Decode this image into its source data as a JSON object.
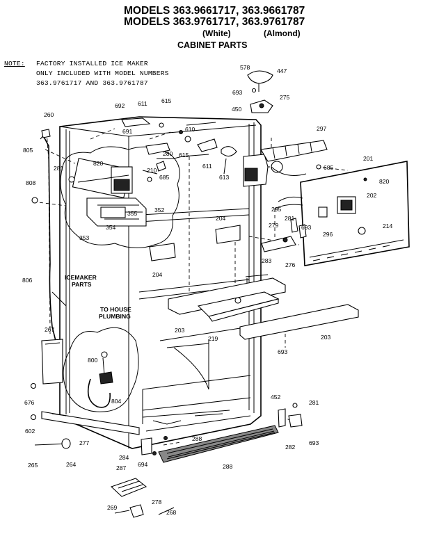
{
  "header": {
    "line1": "MODELS 363.9661717, 363.9661787",
    "line2": "MODELS 363.9761717, 363.9761787",
    "variant_white": "(White)",
    "variant_almond": "(Almond)",
    "subtitle": "CABINET PARTS"
  },
  "note": {
    "label": "NOTE:",
    "lines": [
      "FACTORY INSTALLED ICE MAKER",
      "ONLY INCLUDED WITH MODEL NUMBERS",
      "363.9761717 AND 363.9761787"
    ]
  },
  "callouts": {
    "icemaker_line1": "ICEMAKER",
    "icemaker_line2": "PARTS",
    "plumbing_line1": "TO HOUSE",
    "plumbing_line2": "PLUMBING"
  },
  "part_numbers": [
    "578",
    "447",
    "693",
    "275",
    "450",
    "692",
    "611",
    "615",
    "691",
    "610",
    "260",
    "805",
    "281",
    "820",
    "280",
    "615",
    "611",
    "613",
    "297",
    "201",
    "685",
    "210",
    "685",
    "820",
    "808",
    "352",
    "355",
    "354",
    "353",
    "202",
    "295",
    "281",
    "204",
    "279",
    "693",
    "296",
    "214",
    "204",
    "283",
    "276",
    "806",
    "203",
    "219",
    "203",
    "267",
    "693",
    "800",
    "804",
    "676",
    "602",
    "277",
    "265",
    "264",
    "288",
    "284",
    "694",
    "288",
    "452",
    "281",
    "282",
    "693",
    "287",
    "269",
    "278",
    "268"
  ]
}
